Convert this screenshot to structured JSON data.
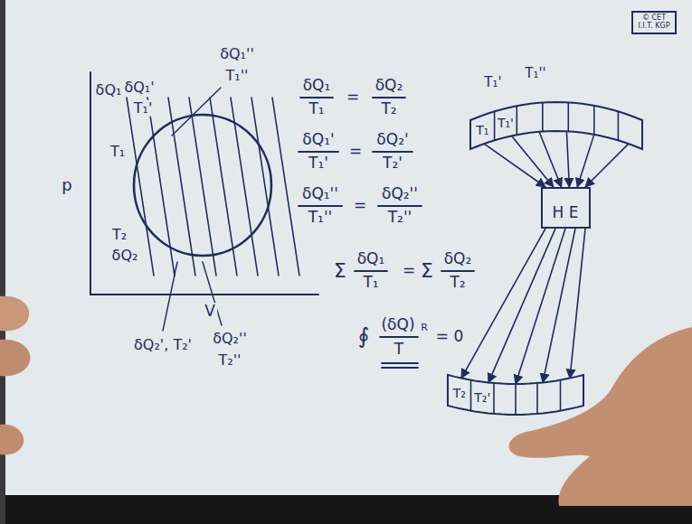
{
  "diagram": {
    "nodes": [
      {
        "text": [
          "© CET",
          "I.I.T. KGP"
        ]
      },
      {
        "text": [
          "T₁",
          "T₁'"
        ]
      },
      {
        "text": [
          "H E"
        ]
      },
      {
        "text": [
          "T₂",
          "T₂'"
        ]
      }
    ],
    "edges": [
      {
        "from": 1,
        "to": 2,
        "arrow": "to"
      },
      {
        "from": 1,
        "to": 2,
        "arrow": "to"
      },
      {
        "from": 1,
        "to": 2,
        "arrow": "to"
      },
      {
        "from": 1,
        "to": 2,
        "arrow": "to"
      },
      {
        "from": 1,
        "to": 2,
        "arrow": "to"
      },
      {
        "from": 1,
        "to": 2,
        "arrow": "to"
      },
      {
        "from": 2,
        "to": 3,
        "arrow": "to"
      },
      {
        "from": 2,
        "to": 3,
        "arrow": "to"
      },
      {
        "from": 2,
        "to": 3,
        "arrow": "to"
      },
      {
        "from": 2,
        "to": 3,
        "arrow": "to"
      },
      {
        "from": 2,
        "to": 3,
        "arrow": "to"
      }
    ],
    "labels": [
      "δQ₁",
      "δQ₁'",
      "T₁'",
      "δQ₁''",
      "T₁''",
      "T₁",
      "T₂",
      "δQ₂",
      "δQ₂', T₂'",
      "δQ₂''",
      "T₂''",
      "p",
      "V",
      "δQ₁",
      "T₁",
      "=",
      "δQ₂",
      "T₂",
      "δQ₁'",
      "T₁'",
      "=",
      "δQ₂'",
      "T₂'",
      "δQ₁''",
      "T₁''",
      "=",
      "δQ₂''",
      "T₂''",
      "Σ",
      "δQ₁",
      "T₁",
      "=",
      "Σ",
      "δQ₂",
      "T₂",
      "∮",
      "(δQ)",
      "R",
      "T",
      "= 0",
      "T₁'",
      "T₁''"
    ]
  }
}
